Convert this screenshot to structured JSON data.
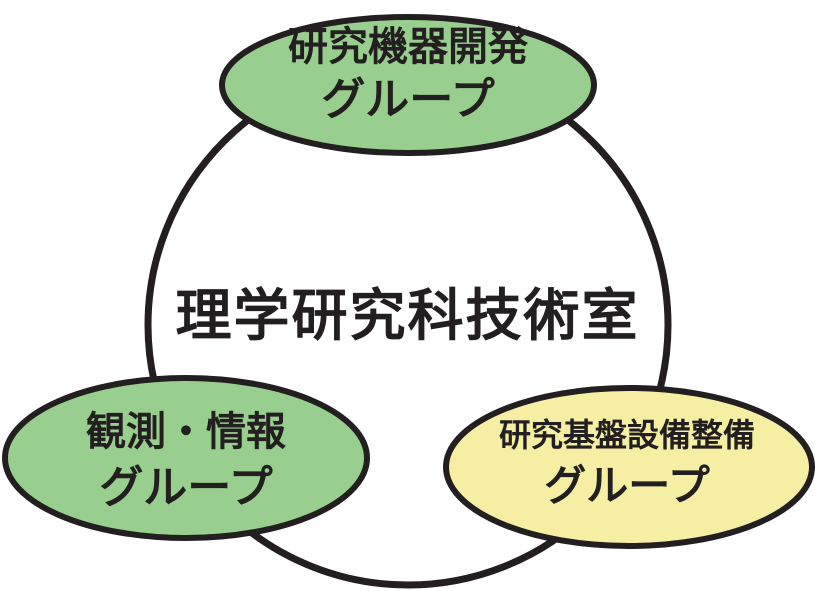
{
  "center": {
    "title": "理学研究科技術室"
  },
  "groups": [
    {
      "id": "top",
      "line1": "研究機器開発",
      "line2": "グループ",
      "color": "#98cf8e"
    },
    {
      "id": "left",
      "line1": "観測・情報",
      "line2": "グループ",
      "color": "#98cf8e"
    },
    {
      "id": "right",
      "line1": "研究基盤設備整備",
      "line2": "グループ",
      "color": "#f5eea3"
    }
  ],
  "colors": {
    "outline": "#231f20",
    "background": "#ffffff",
    "green_group": "#98cf8e",
    "yellow_group": "#f5eea3"
  }
}
